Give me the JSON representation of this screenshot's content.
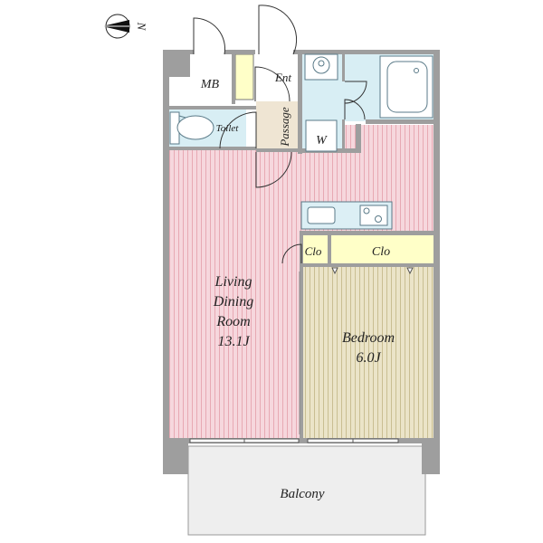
{
  "compass": {
    "label": "N",
    "icon": "north-arrow-icon"
  },
  "rooms": {
    "mb": {
      "label": "MB"
    },
    "entrance": {
      "label": "Ent",
      "color": "#FFFFFF"
    },
    "toilet": {
      "label": "Toilet",
      "color": "#D8EEF4"
    },
    "passage": {
      "label": "Passage",
      "color": "#EFE5D3"
    },
    "washroom": {
      "label": "W",
      "color": "#D8EEF4"
    },
    "bath": {
      "color": "#D8EEF4"
    },
    "ldk": {
      "line1": "Living",
      "line2": "Dining",
      "line3": "Room",
      "size": "13.1J",
      "color": "#F6D7DD",
      "stripe": "#E7A9B3"
    },
    "closet_small": {
      "label": "Clo",
      "color": "#FFFFC8"
    },
    "closet_large": {
      "label": "Clo",
      "color": "#FFFFC8"
    },
    "shoe_closet": {
      "color": "#FFFFC8"
    },
    "bedroom": {
      "line1": "Bedroom",
      "size": "6.0J",
      "color": "#EBE4C8",
      "stripe": "#C9BE92"
    },
    "balcony": {
      "label": "Balcony",
      "color": "#EEEEEE"
    }
  },
  "colors": {
    "wall": "#9E9E9E",
    "fixture": "#DCEFF5",
    "fixture_stroke": "#5A7A88"
  }
}
